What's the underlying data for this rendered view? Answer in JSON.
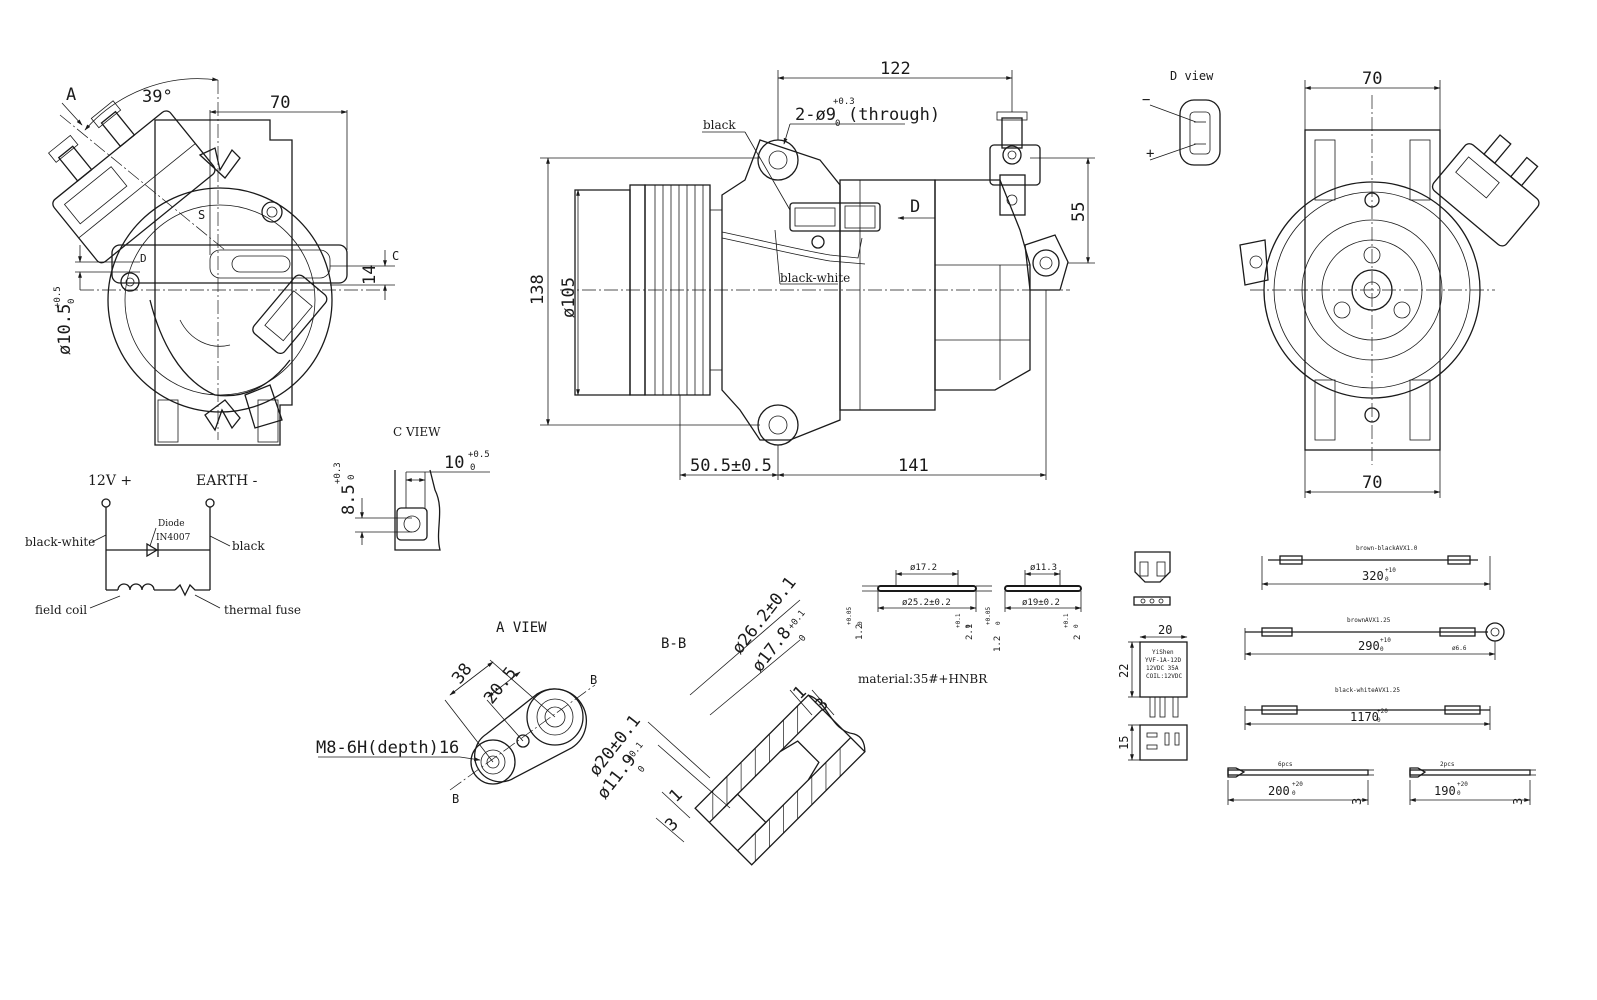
{
  "left_view": {
    "label_a": "A",
    "angle": "39°",
    "dim_70": "70",
    "dim_14": "14",
    "label_c": "C",
    "dim_bore": "ø10.5",
    "dim_bore_tol_upper": "+0.5",
    "dim_bore_tol_lower": "0",
    "mark_s": "S",
    "mark_d": "D"
  },
  "side_view": {
    "dim_122": "122",
    "holes_main": "2-ø9",
    "holes_sub": "0",
    "holes_sup": "+0.3",
    "holes_note": "(through)",
    "wire_black": "black",
    "wire_black_white": "black-white",
    "dir_d": "D",
    "dim_55": "55",
    "dim_138": "138",
    "dim_105": "ø105",
    "dim_50_5": "50.5±0.5",
    "dim_141": "141"
  },
  "d_view": {
    "title": "D view",
    "minus": "−",
    "plus": "+"
  },
  "right_view": {
    "dim_70_top": "70",
    "dim_70_bottom": "70"
  },
  "circuit": {
    "v12": "12V +",
    "earth": "EARTH -",
    "black_white": "black-white",
    "black": "black",
    "diode": "Diode",
    "diode_part": "IN4007",
    "field_coil": "field coil",
    "thermal_fuse": "thermal fuse"
  },
  "c_view": {
    "title": "C VIEW",
    "dim_10": "10",
    "dim_10_sup": "+0.5",
    "dim_10_sub": "0",
    "dim_8_5": "8.5",
    "dim_8_5_sup": "+0.3",
    "dim_8_5_sub": "0"
  },
  "a_view": {
    "title": "A VIEW",
    "dim_38": "38",
    "dim_20_5": "20.5",
    "thread": "M8-6H(depth)16",
    "b_top": "B",
    "b_bottom": "B"
  },
  "section_bb": {
    "title": "B-B",
    "dim_26_2": "ø26.2±0.1",
    "dim_17_8": "ø17.8",
    "dim_17_8_sup": "+0.1",
    "dim_17_8_sub": "0",
    "dim_20": "ø20±0.1",
    "dim_11_9": "ø11.9",
    "dim_11_9_sup": "+0.1",
    "dim_11_9_sub": "0",
    "dim_1_a": "1",
    "dim_3_a": "3",
    "dim_1_b": "1",
    "dim_3_b": "3"
  },
  "orings": {
    "ring1_inner": "ø17.2",
    "ring1_outer": "ø25.2±0.2",
    "ring1_thk": "1.2",
    "ring1_thk_sup": "+0.05",
    "ring1_thk_sub": "0",
    "ring1_h": "2.1",
    "ring1_h_sup": "+0.1",
    "ring1_h_sub": "0",
    "ring2_inner": "ø11.3",
    "ring2_outer": "ø19±0.2",
    "ring2_thk": "1.2",
    "ring2_thk_sup": "+0.05",
    "ring2_thk_sub": "0",
    "ring2_h": "2",
    "ring2_h_sup": "+0.1",
    "ring2_h_sub": "0",
    "material": "material:35#+HNBR"
  },
  "relay": {
    "width": "20",
    "height": "22",
    "pin_h": "15",
    "brand": "YiShen",
    "model": "YVF-1A-12D",
    "rating": "12VDC 35A",
    "coil": "COIL:12VDC"
  },
  "harness": {
    "w1_name": "brown-blackAVX1.0",
    "w1_len": "320",
    "w1_sup": "+10",
    "w1_sub": "0",
    "w2_name": "brownAVX1.25",
    "w2_len": "290",
    "w2_sup": "+10",
    "w2_sub": "0",
    "w2_eye": "ø6.6",
    "w3_name": "black-whiteAVX1.25",
    "w3_len": "1170",
    "w3_sup": "+20",
    "w3_sub": "0",
    "tie1_qty": "6pcs",
    "tie1_len": "200",
    "tie1_sup": "+20",
    "tie1_sub": "0",
    "tie1_w": "3",
    "tie2_qty": "2pcs",
    "tie2_len": "190",
    "tie2_sup": "+20",
    "tie2_sub": "0",
    "tie2_w": "3"
  }
}
